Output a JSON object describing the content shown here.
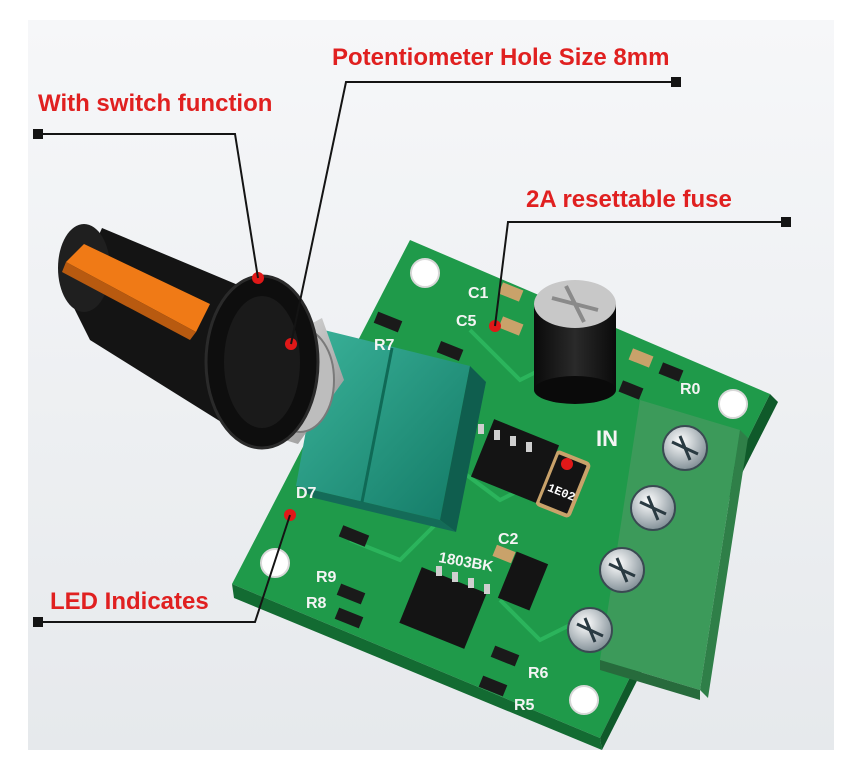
{
  "callouts": {
    "switch": "With switch function",
    "pot": "Potentiometer Hole Size 8mm",
    "fuse": "2A resettable fuse",
    "led": "LED Indicates"
  },
  "silkscreen": {
    "c1": "C1",
    "c5": "C5",
    "r7": "R7",
    "r0": "R0",
    "in": "IN",
    "d7": "D7",
    "c2": "C2",
    "r9": "R9",
    "r8": "R8",
    "r6": "R6",
    "r5": "R5",
    "chip": "1803BK",
    "fuse_code": "1E02"
  },
  "colors": {
    "callout": "#e02020",
    "pcb": "#1f9a4a",
    "background": "#f2f4f6",
    "knob": "#111111",
    "knob_stripe": "#f07a16",
    "terminal": "#3c9a5a",
    "marker": "#e01818"
  }
}
